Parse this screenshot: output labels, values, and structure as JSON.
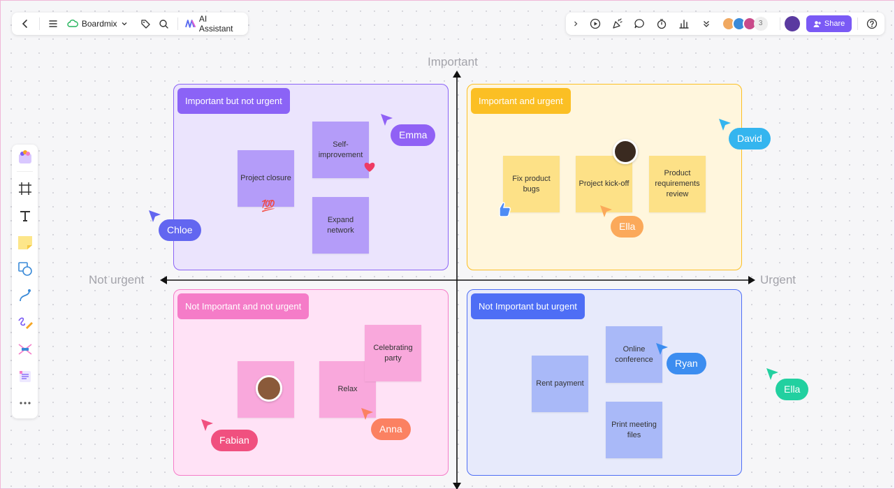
{
  "topbar": {
    "app_name": "Boardmix",
    "ai_label": "AI Assistant",
    "collaborator_count": "3",
    "share_label": "Share"
  },
  "axes": {
    "top": "Important",
    "left": "Not urgent",
    "right": "Urgent"
  },
  "quadrants": {
    "q1": {
      "title": "Important but not urgent",
      "color": "#8b63f6"
    },
    "q2": {
      "title": "Important and urgent",
      "color": "#fbbf24"
    },
    "q3": {
      "title": "Not Important and not urgent",
      "color": "#f57cc8"
    },
    "q4": {
      "title": "Not Important but urgent",
      "color": "#4e6ef5"
    }
  },
  "notes": {
    "project_closure": "Project closure",
    "self_improvement": "Self-improvement",
    "expand_network": "Expand network",
    "fix_bugs": "Fix product bugs",
    "project_kickoff": "Project kick-off",
    "product_review": "Product requirements review",
    "celebrating_party": "Celebrating party",
    "relax": "Relax",
    "online_conference": "Online conference",
    "rent_payment": "Rent payment",
    "print_files": "Print meeting files"
  },
  "cursors": {
    "emma": "Emma",
    "chloe": "Chloe",
    "david": "David",
    "ella1": "Ella",
    "fabian": "Fabian",
    "anna": "Anna",
    "ryan": "Ryan",
    "ella2": "Ella"
  },
  "emoji": {
    "hundred": "💯"
  }
}
